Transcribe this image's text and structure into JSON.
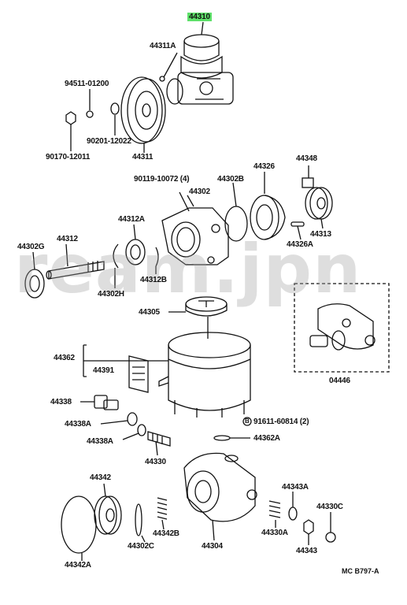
{
  "watermark": "ream.jpn",
  "diagram_code": "MC  B797-A",
  "highlight_color": "#5ee06a",
  "parts": {
    "p44310": "44310",
    "p44311A": "44311A",
    "p94511": "94511-01200",
    "p90201": "90201-12022",
    "p90170": "90170-12011",
    "p44311": "44311",
    "p90119": "90119-10072 (4)",
    "p44302": "44302",
    "p44302B": "44302B",
    "p44326": "44326",
    "p44348": "44348",
    "p44313": "44313",
    "p44326A": "44326A",
    "p44312A": "44312A",
    "p44302G": "44302G",
    "p44312": "44312",
    "p44312B": "44312B",
    "p44302H": "44302H",
    "p44305": "44305",
    "p44362": "44362",
    "p44391": "44391",
    "p04446": "04446",
    "p44338": "44338",
    "p44338A1": "44338A",
    "p44338A2": "44338A",
    "p44330": "44330",
    "p91611": "91611-60814 (2)",
    "p44362A": "44362A",
    "p44342": "44342",
    "p44342B": "44342B",
    "p44343A": "44343A",
    "p44330C": "44330C",
    "p44302C": "44302C",
    "p44330A": "44330A",
    "p44304": "44304",
    "p44343": "44343",
    "p44342A": "44342A",
    "bolt_symbol": "B"
  }
}
